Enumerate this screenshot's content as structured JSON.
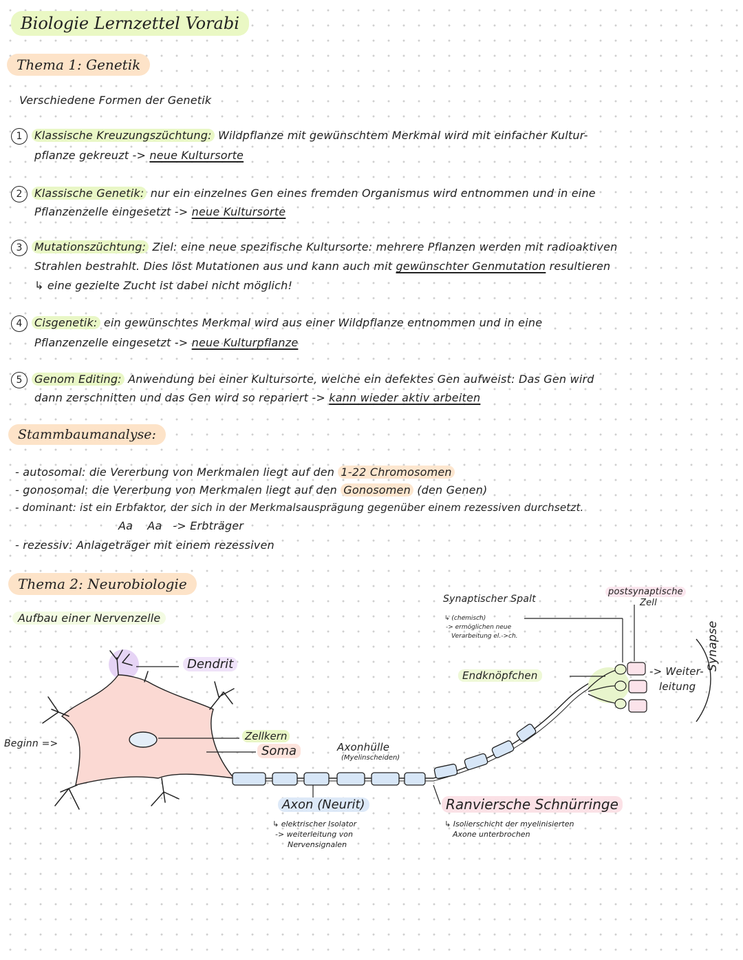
{
  "title": "Biologie Lernzettel Vorabi",
  "topic1": {
    "heading": "Thema 1: Genetik",
    "subheading": "Verschiedene Formen der Genetik",
    "items": [
      {
        "num": "1",
        "term": "Klassische Kreuzungszüchtung:",
        "line1": "Wildpflanze mit gewünschtem Merkmal wird mit einfacher Kultur-",
        "line2a": "pflanze gekreuzt ->",
        "line2u": "neue Kultursorte"
      },
      {
        "num": "2",
        "term": "Klassische Genetik:",
        "line1": "nur ein einzelnes Gen eines fremden Organismus wird entnommen und in eine",
        "line2a": "Pflanzenzelle eingesetzt ->",
        "line2u": "neue Kultursorte"
      },
      {
        "num": "3",
        "term": "Mutationszüchtung:",
        "line1": "Ziel: eine neue spezifische Kultursorte: mehrere Pflanzen werden mit radioaktiven",
        "line2a": "Strahlen bestrahlt. Dies löst Mutationen aus und kann auch mit",
        "line2u": "gewünschter Genmutation",
        "line2b": "resultieren",
        "line3": "↳ eine gezielte Zucht ist dabei nicht möglich!"
      },
      {
        "num": "4",
        "term": "Cisgenetik:",
        "line1": "ein gewünschtes Merkmal wird aus einer Wildpflanze entnommen und in eine",
        "line2a": "Pflanzenzelle eingesetzt ->",
        "line2u": "neue Kulturpflanze"
      },
      {
        "num": "5",
        "term": "Genom Editing:",
        "line1": "Anwendung bei einer Kultursorte, welche ein defektes Gen aufweist: Das Gen wird",
        "line2a": "dann zerschnitten und das Gen wird so repariert ->",
        "line2u": "kann wieder aktiv arbeiten"
      }
    ]
  },
  "pedigree": {
    "heading": "Stammbaumanalyse:",
    "autosomal_term": "- autosomal:",
    "autosomal_text": "die Vererbung von Merkmalen liegt auf den",
    "autosomal_hl": "1-22 Chromosomen",
    "gonosomal_term": "- gonosomal:",
    "gonosomal_text": "die Vererbung von Merkmalen liegt auf den",
    "gonosomal_hl": "Gonosomen",
    "gonosomal_end": "(den Genen)",
    "dominant_term": "- dominant:",
    "dominant_text": "ist ein Erbfaktor, der sich in der Merkmalsausprägung gegenüber einem rezessiven durchsetzt.",
    "carrier_line": "Aa    Aa   -> Erbträger",
    "recessive_term": "- rezessiv:",
    "recessive_text": "Anlageträger mit einem rezessiven"
  },
  "topic2": {
    "heading": "Thema 2: Neurobiologie",
    "subheading": "Aufbau einer Nervenzelle"
  },
  "neuron": {
    "dendrit": "Dendrit",
    "zellkern": "Zellkern",
    "soma": "Soma",
    "beginn": "Beginn =>",
    "axonhuelle": "Axonhülle",
    "axonhuelle_sub": "(Myelinscheiden)",
    "axon": "Axon (Neurit)",
    "axon_note1": "↳ elektrischer Isolator",
    "axon_note2": "-> weiterleitung von",
    "axon_note3": "Nervensignalen",
    "ranvier": "Ranviersche Schnürringe",
    "ranvier_note1": "↳ Isolierschicht der myelinisierten",
    "ranvier_note2": "Axone unterbrochen",
    "spalt": "Synaptischer Spalt",
    "spalt_note1": "↳ (chemisch)",
    "spalt_note2": "-> ermöglichen neue",
    "spalt_note3": "Verarbeitung el.->ch.",
    "post1": "postsynaptische",
    "post2": "Zell",
    "endknoepfchen": "Endknöpfchen",
    "weiter1": "-> Weiter-",
    "weiter2": "leitung",
    "synapse": "Synapse"
  }
}
